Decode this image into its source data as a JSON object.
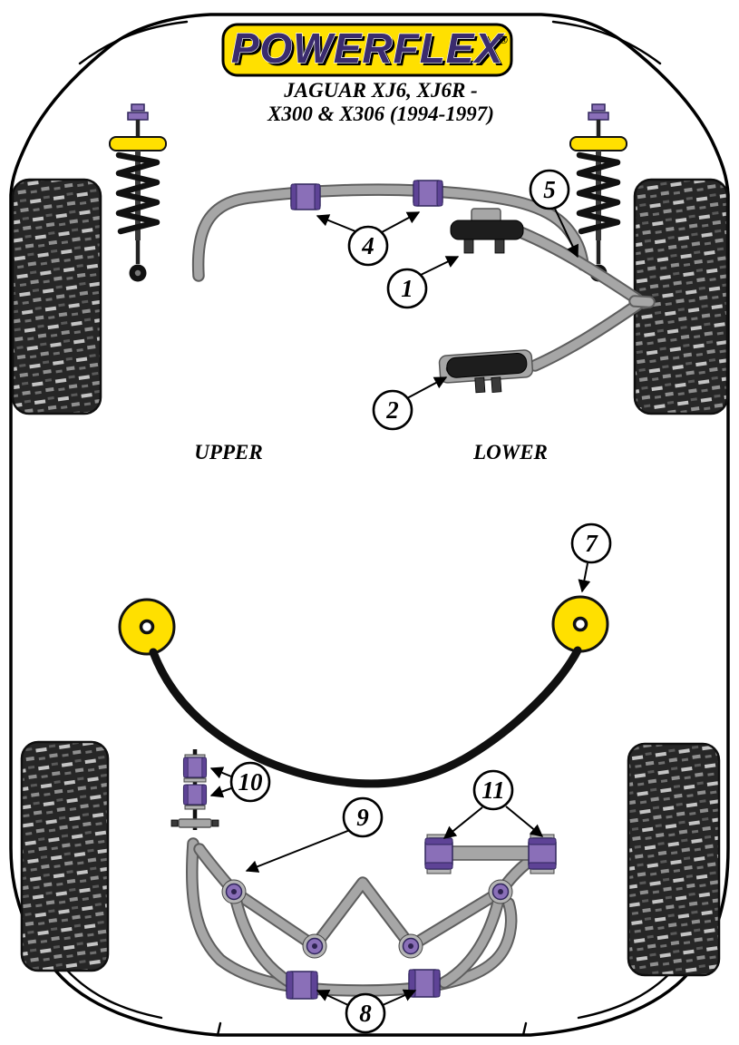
{
  "logo": {
    "text": "POWERFLEX",
    "registered": "®"
  },
  "title": {
    "line1": "JAGUAR XJ6, XJ6R -",
    "line2": "X300 & X306 (1994-1997)"
  },
  "labels": {
    "upper": "UPPER",
    "lower": "LOWER"
  },
  "callouts": {
    "c1": "1",
    "c2": "2",
    "c4": "4",
    "c5": "5",
    "c7": "7",
    "c8": "8",
    "c9": "9",
    "c10": "10",
    "c11": "11"
  },
  "colors": {
    "logo_bg": "#FFE000",
    "logo_text": "#3A2B6E",
    "bush_purple": "#8A6FB8",
    "bush_purple_dark": "#5E4396",
    "seat_yellow": "#FFE000",
    "bar_gray": "#A6A6A6",
    "tire_dark": "#262626"
  }
}
